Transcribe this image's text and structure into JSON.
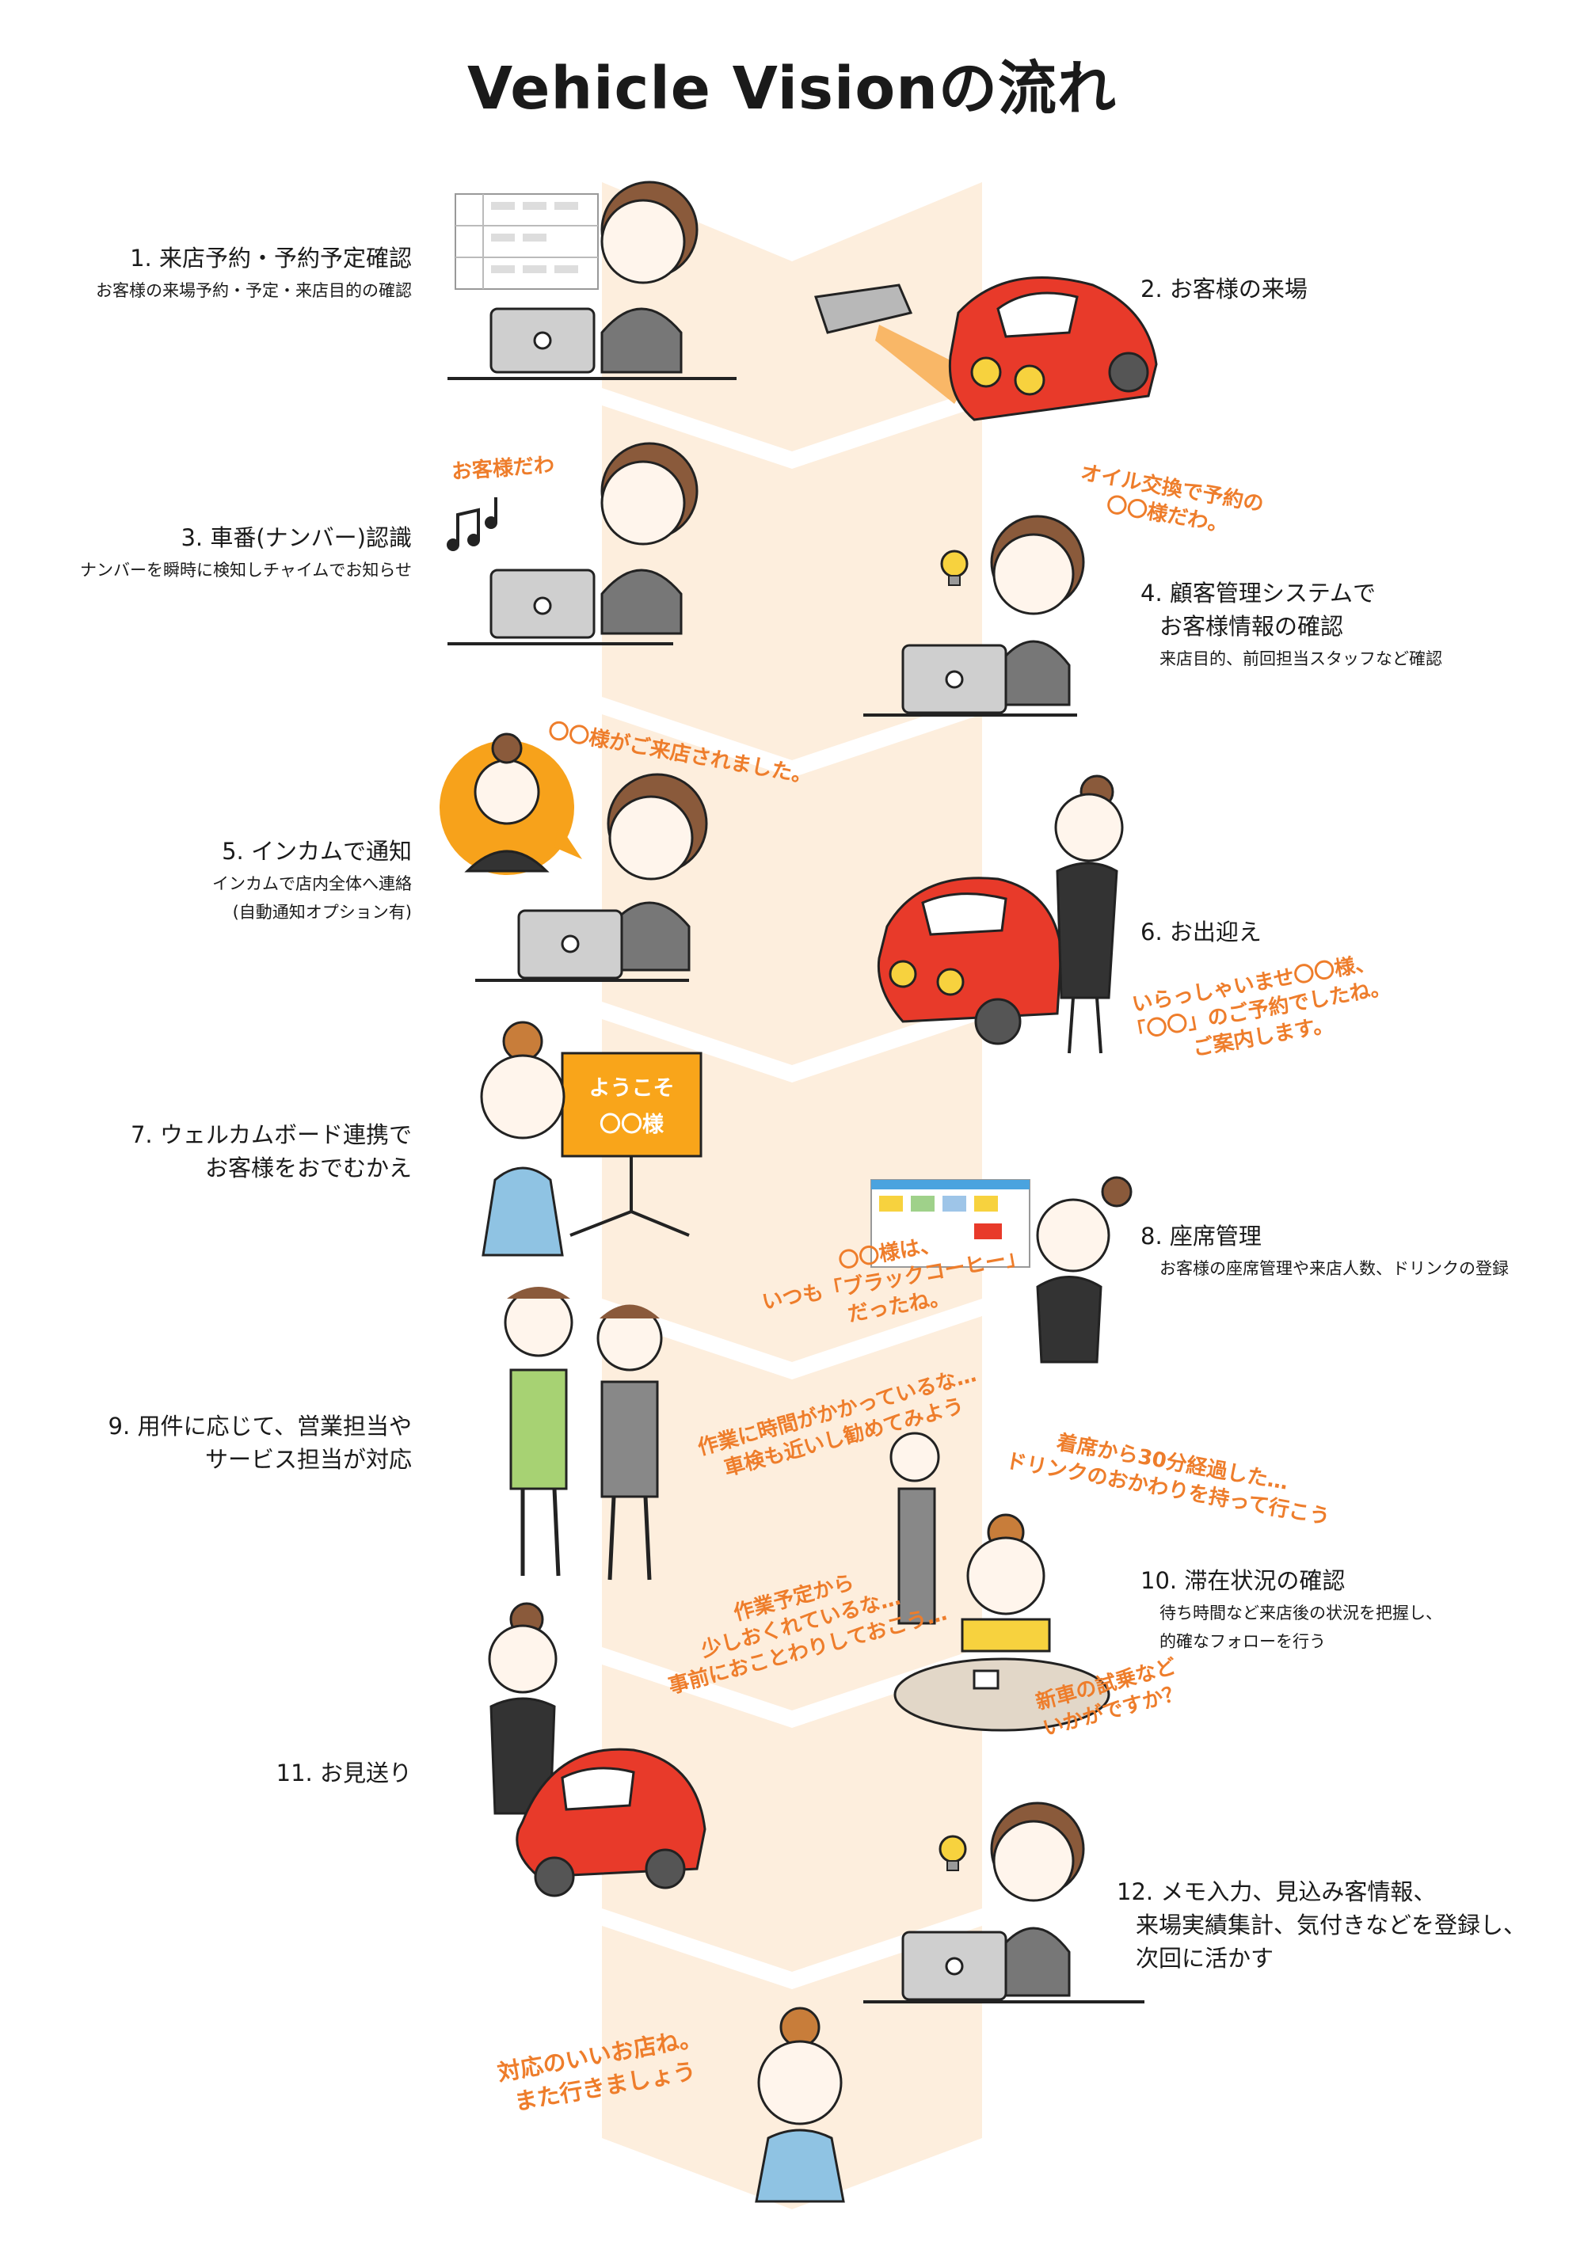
{
  "title": "Vehicle Visionの流れ",
  "colors": {
    "accent": "#ee7d2b",
    "band": "#fdeedd",
    "car": "#e83a2a",
    "board": "#f9a51a"
  },
  "steps": [
    {
      "no": "1.",
      "title": "来店予約・予約予定確認",
      "desc": "お客様の来場予約・予定・来店目的の確認"
    },
    {
      "no": "2.",
      "title": "お客様の来場"
    },
    {
      "no": "3.",
      "title": "車番(ナンバー)認識",
      "desc": "ナンバーを瞬時に検知しチャイムでお知らせ"
    },
    {
      "no": "4.",
      "title1": "顧客管理システムで",
      "title2": "お客様情報の確認",
      "desc": "来店目的、前回担当スタッフなど確認"
    },
    {
      "no": "5.",
      "title": "インカムで通知",
      "desc1": "インカムで店内全体へ連絡",
      "desc2": "(自動通知オプション有)"
    },
    {
      "no": "6.",
      "title": "お出迎え"
    },
    {
      "no": "7.",
      "title1": "ウェルカムボード連携で",
      "title2": "お客様をおでむかえ"
    },
    {
      "no": "8.",
      "title": "座席管理",
      "desc": "お客様の座席管理や来店人数、ドリンクの登録"
    },
    {
      "no": "9.",
      "title1": "用件に応じて、営業担当や",
      "title2": "サービス担当が対応"
    },
    {
      "no": "10.",
      "title": "滞在状況の確認",
      "desc1": "待ち時間など来店後の状況を把握し、",
      "desc2": "的確なフォローを行う"
    },
    {
      "no": "11.",
      "title": "お見送り"
    },
    {
      "no": "12.",
      "title1": "メモ入力、見込み客情報、",
      "title2": "来場実績集計、気付きなどを登録し、",
      "title3": "次回に活かす"
    }
  ],
  "bubbles": {
    "b3": "お客様だわ",
    "b4a": "オイル交換で予約の",
    "b4b": "〇〇様だわ。",
    "b5": "〇〇様がご来店されました。",
    "b6a": "いらっしゃいませ〇〇様、",
    "b6b": "「〇〇」のご予約でしたね。",
    "b6c": "ご案内します。",
    "b8a": "〇〇様は、",
    "b8b": "いつも「ブラックコーヒー」",
    "b8c": "だったね。",
    "b9a": "作業に時間がかかっているな…",
    "b9b": "車検も近いし勧めてみよう",
    "b10a": "着席から30分経過した…",
    "b10b": "ドリンクのおかわりを持って行こう",
    "b10c": "作業予定から",
    "b10d": "少しおくれているな…",
    "b10e": "事前におことわりしておこう…",
    "b10f": "新車の試乗など",
    "b10g": "いかがですか？",
    "bEndA": "対応のいいお店ね。",
    "bEndB": "また行きましょう"
  },
  "board": {
    "line1": "ようこそ",
    "line2": "〇〇様"
  }
}
